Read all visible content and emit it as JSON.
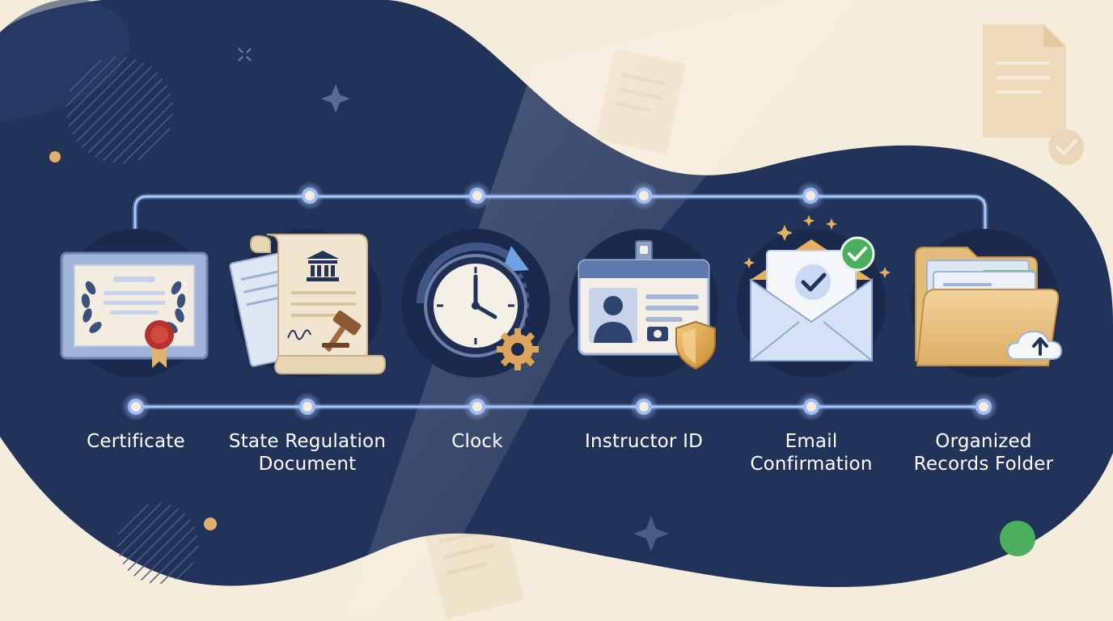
{
  "steps": [
    {
      "label": "Certificate",
      "icon": "certificate-icon"
    },
    {
      "label": "State Regulation\nDocument",
      "icon": "regulation-document-icon"
    },
    {
      "label": "Clock",
      "icon": "clock-icon"
    },
    {
      "label": "Instructor ID",
      "icon": "instructor-id-icon"
    },
    {
      "label": "Email\nConfirmation",
      "icon": "email-confirmation-icon"
    },
    {
      "label": "Organized\nRecords Folder",
      "icon": "records-folder-icon"
    }
  ],
  "colors": {
    "navy": "#22335a",
    "cream": "#f6ecdc",
    "connector": "#8fb2f2",
    "gold": "#e0b46a",
    "seal_red": "#b7302c",
    "check_green": "#4caf5e"
  }
}
